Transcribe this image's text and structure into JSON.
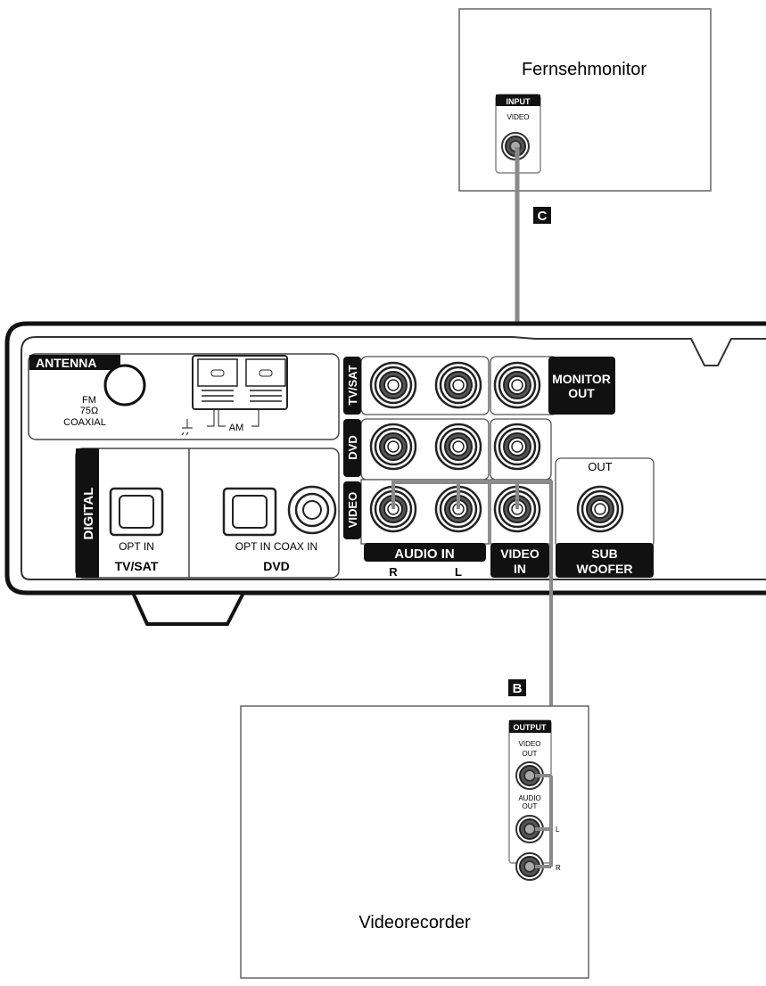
{
  "tv": {
    "title": "Fernsehmonitor",
    "input_tag": "INPUT",
    "video_label": "VIDEO"
  },
  "cable_c": {
    "label": "C"
  },
  "cable_b": {
    "label": "B"
  },
  "receiver": {
    "antenna": {
      "tag": "ANTENNA",
      "fm_line1": "FM",
      "fm_line2": "75Ω",
      "fm_line3": "COAXIAL",
      "am_label": "AM"
    },
    "digital": {
      "tag": "DIGITAL",
      "tvsat_opt": "OPT IN",
      "tvsat_name": "TV/SAT",
      "dvd_opt": "OPT IN COAX IN",
      "dvd_name": "DVD"
    },
    "rows": {
      "tvsat": "TV/SAT",
      "dvd": "DVD",
      "video": "VIDEO"
    },
    "monitor_out_line1": "MONITOR",
    "monitor_out_line2": "OUT",
    "audio_in": "AUDIO IN",
    "audio_r": "R",
    "audio_l": "L",
    "video_in_line1": "VIDEO",
    "video_in_line2": "IN",
    "sub_out": "OUT",
    "sub_line1": "SUB",
    "sub_line2": "WOOFER"
  },
  "vcr": {
    "title": "Videorecorder",
    "output_tag": "OUTPUT",
    "video_out_1": "VIDEO",
    "video_out_2": "OUT",
    "audio_out_1": "AUDIO",
    "audio_out_2": "OUT",
    "l": "L",
    "r": "R"
  },
  "colors": {
    "cable": "#8a8a8a",
    "line": "#222222",
    "tag": "#111111"
  }
}
